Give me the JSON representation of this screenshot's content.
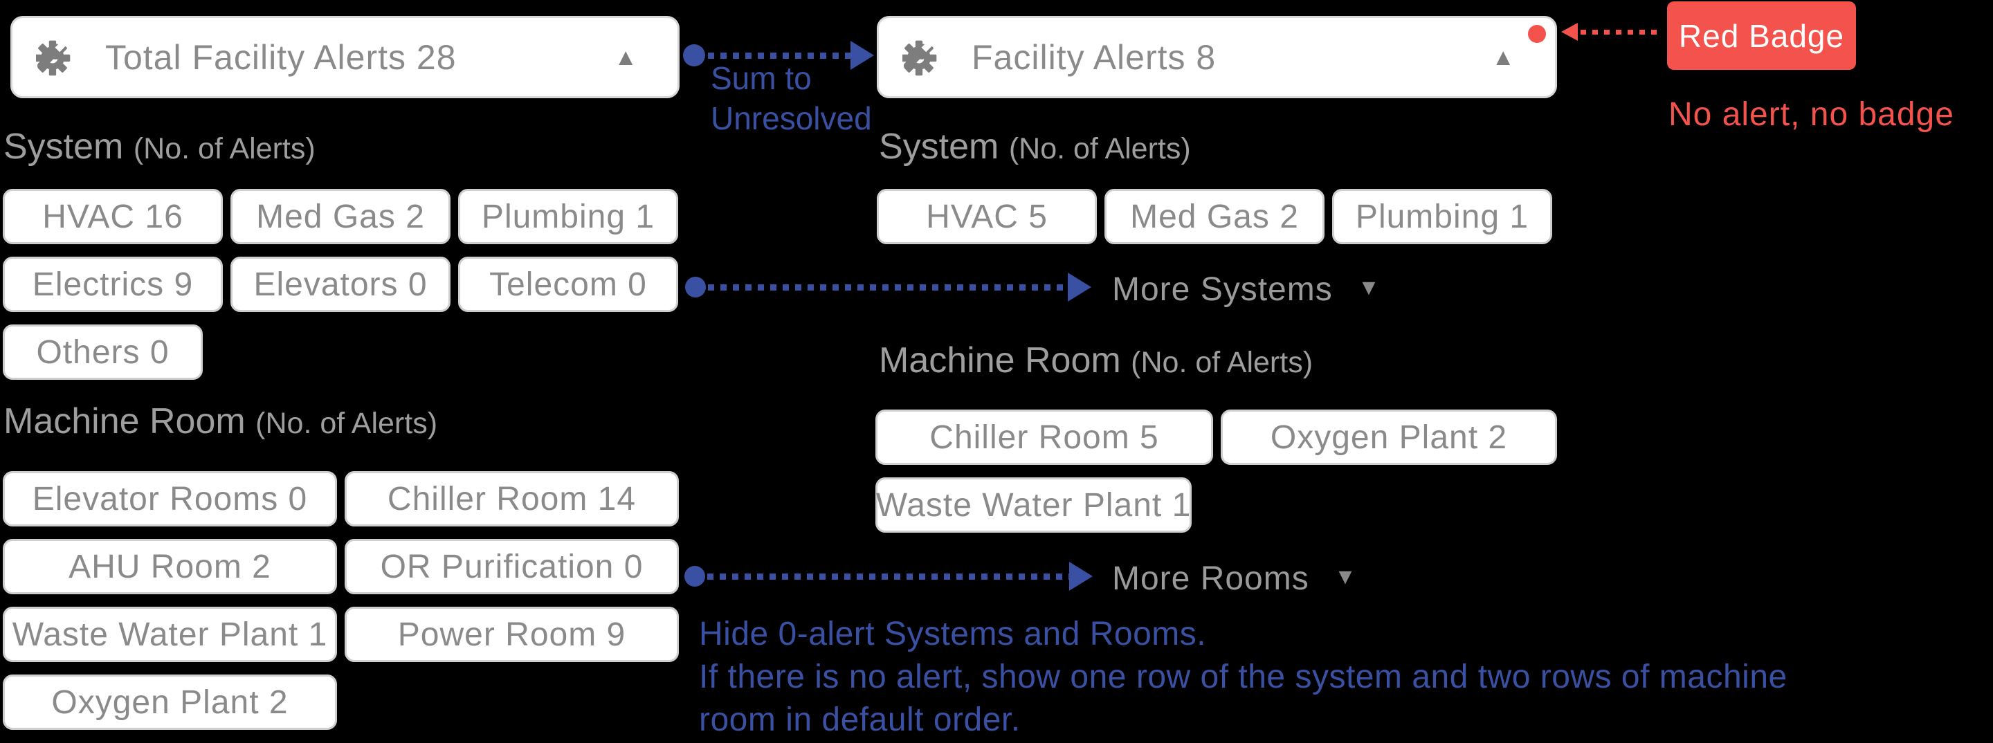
{
  "colors": {
    "accent_blue": "#3a50a3",
    "accent_red": "#f4524c",
    "panel_text_gray": "#8a8a8a",
    "header_gray": "#9e9e9e"
  },
  "left_panel": {
    "title": "Total Facility Alerts 28"
  },
  "right_panel": {
    "title": "Facility Alerts 8"
  },
  "glyphs": {
    "collapse_up": "▲",
    "caret_down": "▼"
  },
  "sections": {
    "left_system": {
      "title": "System",
      "suffix": "(No. of Alerts)",
      "buttons": [
        "HVAC 16",
        "Med Gas 2",
        "Plumbing 1",
        "Electrics 9",
        "Elevators 0",
        "Telecom 0",
        "Others 0"
      ]
    },
    "right_system": {
      "title": "System",
      "suffix": "(No. of Alerts)",
      "buttons": [
        "HVAC 5",
        "Med Gas 2",
        "Plumbing 1"
      ]
    },
    "left_machine": {
      "title": "Machine Room",
      "suffix": "(No. of Alerts)",
      "buttons": [
        "Elevator Rooms 0",
        "Chiller Room 14",
        "AHU Room 2",
        "OR Purification 0",
        "Waste Water Plant 1",
        "Power Room 9",
        "Oxygen Plant 2"
      ]
    },
    "right_machine": {
      "title": "Machine Room",
      "suffix": "(No. of Alerts)",
      "buttons": [
        "Chiller Room 5",
        "Oxygen Plant 2",
        "Waste Water Plant 1"
      ]
    }
  },
  "annotations": {
    "sum_line1": "Sum to",
    "sum_line2": "Unresolved",
    "more_systems": "More Systems",
    "more_rooms": "More Rooms",
    "red_badge_label": "Red Badge",
    "no_badge_note": "No alert, no badge",
    "note_line1": "Hide 0-alert Systems and Rooms.",
    "note_line2": "If there is no alert, show one row of the system and two rows of machine",
    "note_line3": "room in default order."
  }
}
